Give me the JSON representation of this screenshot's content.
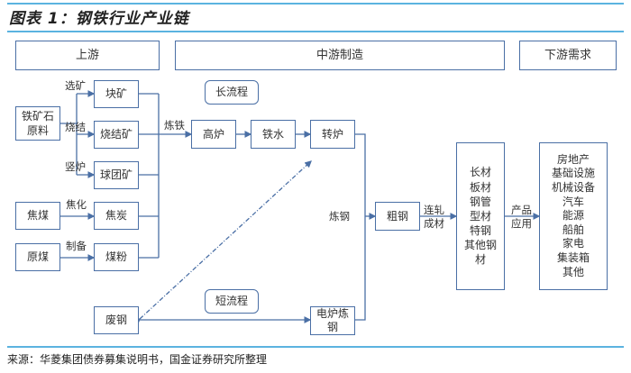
{
  "title": "图表 1：钢铁行业产业链",
  "headers": {
    "upstream": "上游",
    "midstream": "中游制造",
    "downstream": "下游需求"
  },
  "process_tags": {
    "long": "长流程",
    "short": "短流程"
  },
  "nodes": {
    "iron_ore": "铁矿石\n原料",
    "lump_ore": "块矿",
    "sinter": "烧结矿",
    "pellet": "球团矿",
    "coking_coal": "焦煤",
    "coke": "焦炭",
    "raw_coal": "原煤",
    "coal_powder": "煤粉",
    "scrap": "废钢",
    "blast_furnace": "高炉",
    "molten_iron": "铁水",
    "converter": "转炉",
    "eaf": "电炉炼\n钢",
    "crude_steel": "粗钢",
    "products": "长材\n板材\n钢管\n型材\n特钢\n其他钢\n材",
    "demand": "房地产\n基础设施\n机械设备\n汽车\n能源\n船舶\n家电\n集装箱\n其他"
  },
  "edge_labels": {
    "beneficiation": "选矿",
    "sintering": "烧结",
    "shaft_furnace": "竖炉",
    "coking": "焦化",
    "preparation": "制备",
    "ironmaking": "炼铁",
    "steelmaking": "炼钢",
    "rolling": "连轧\n成材",
    "application": "产品\n应用"
  },
  "colors": {
    "line": "#4a6fa5",
    "rule": "#5bb3e0"
  },
  "source": "来源：华菱集团债券募集说明书，国金证券研究所整理"
}
